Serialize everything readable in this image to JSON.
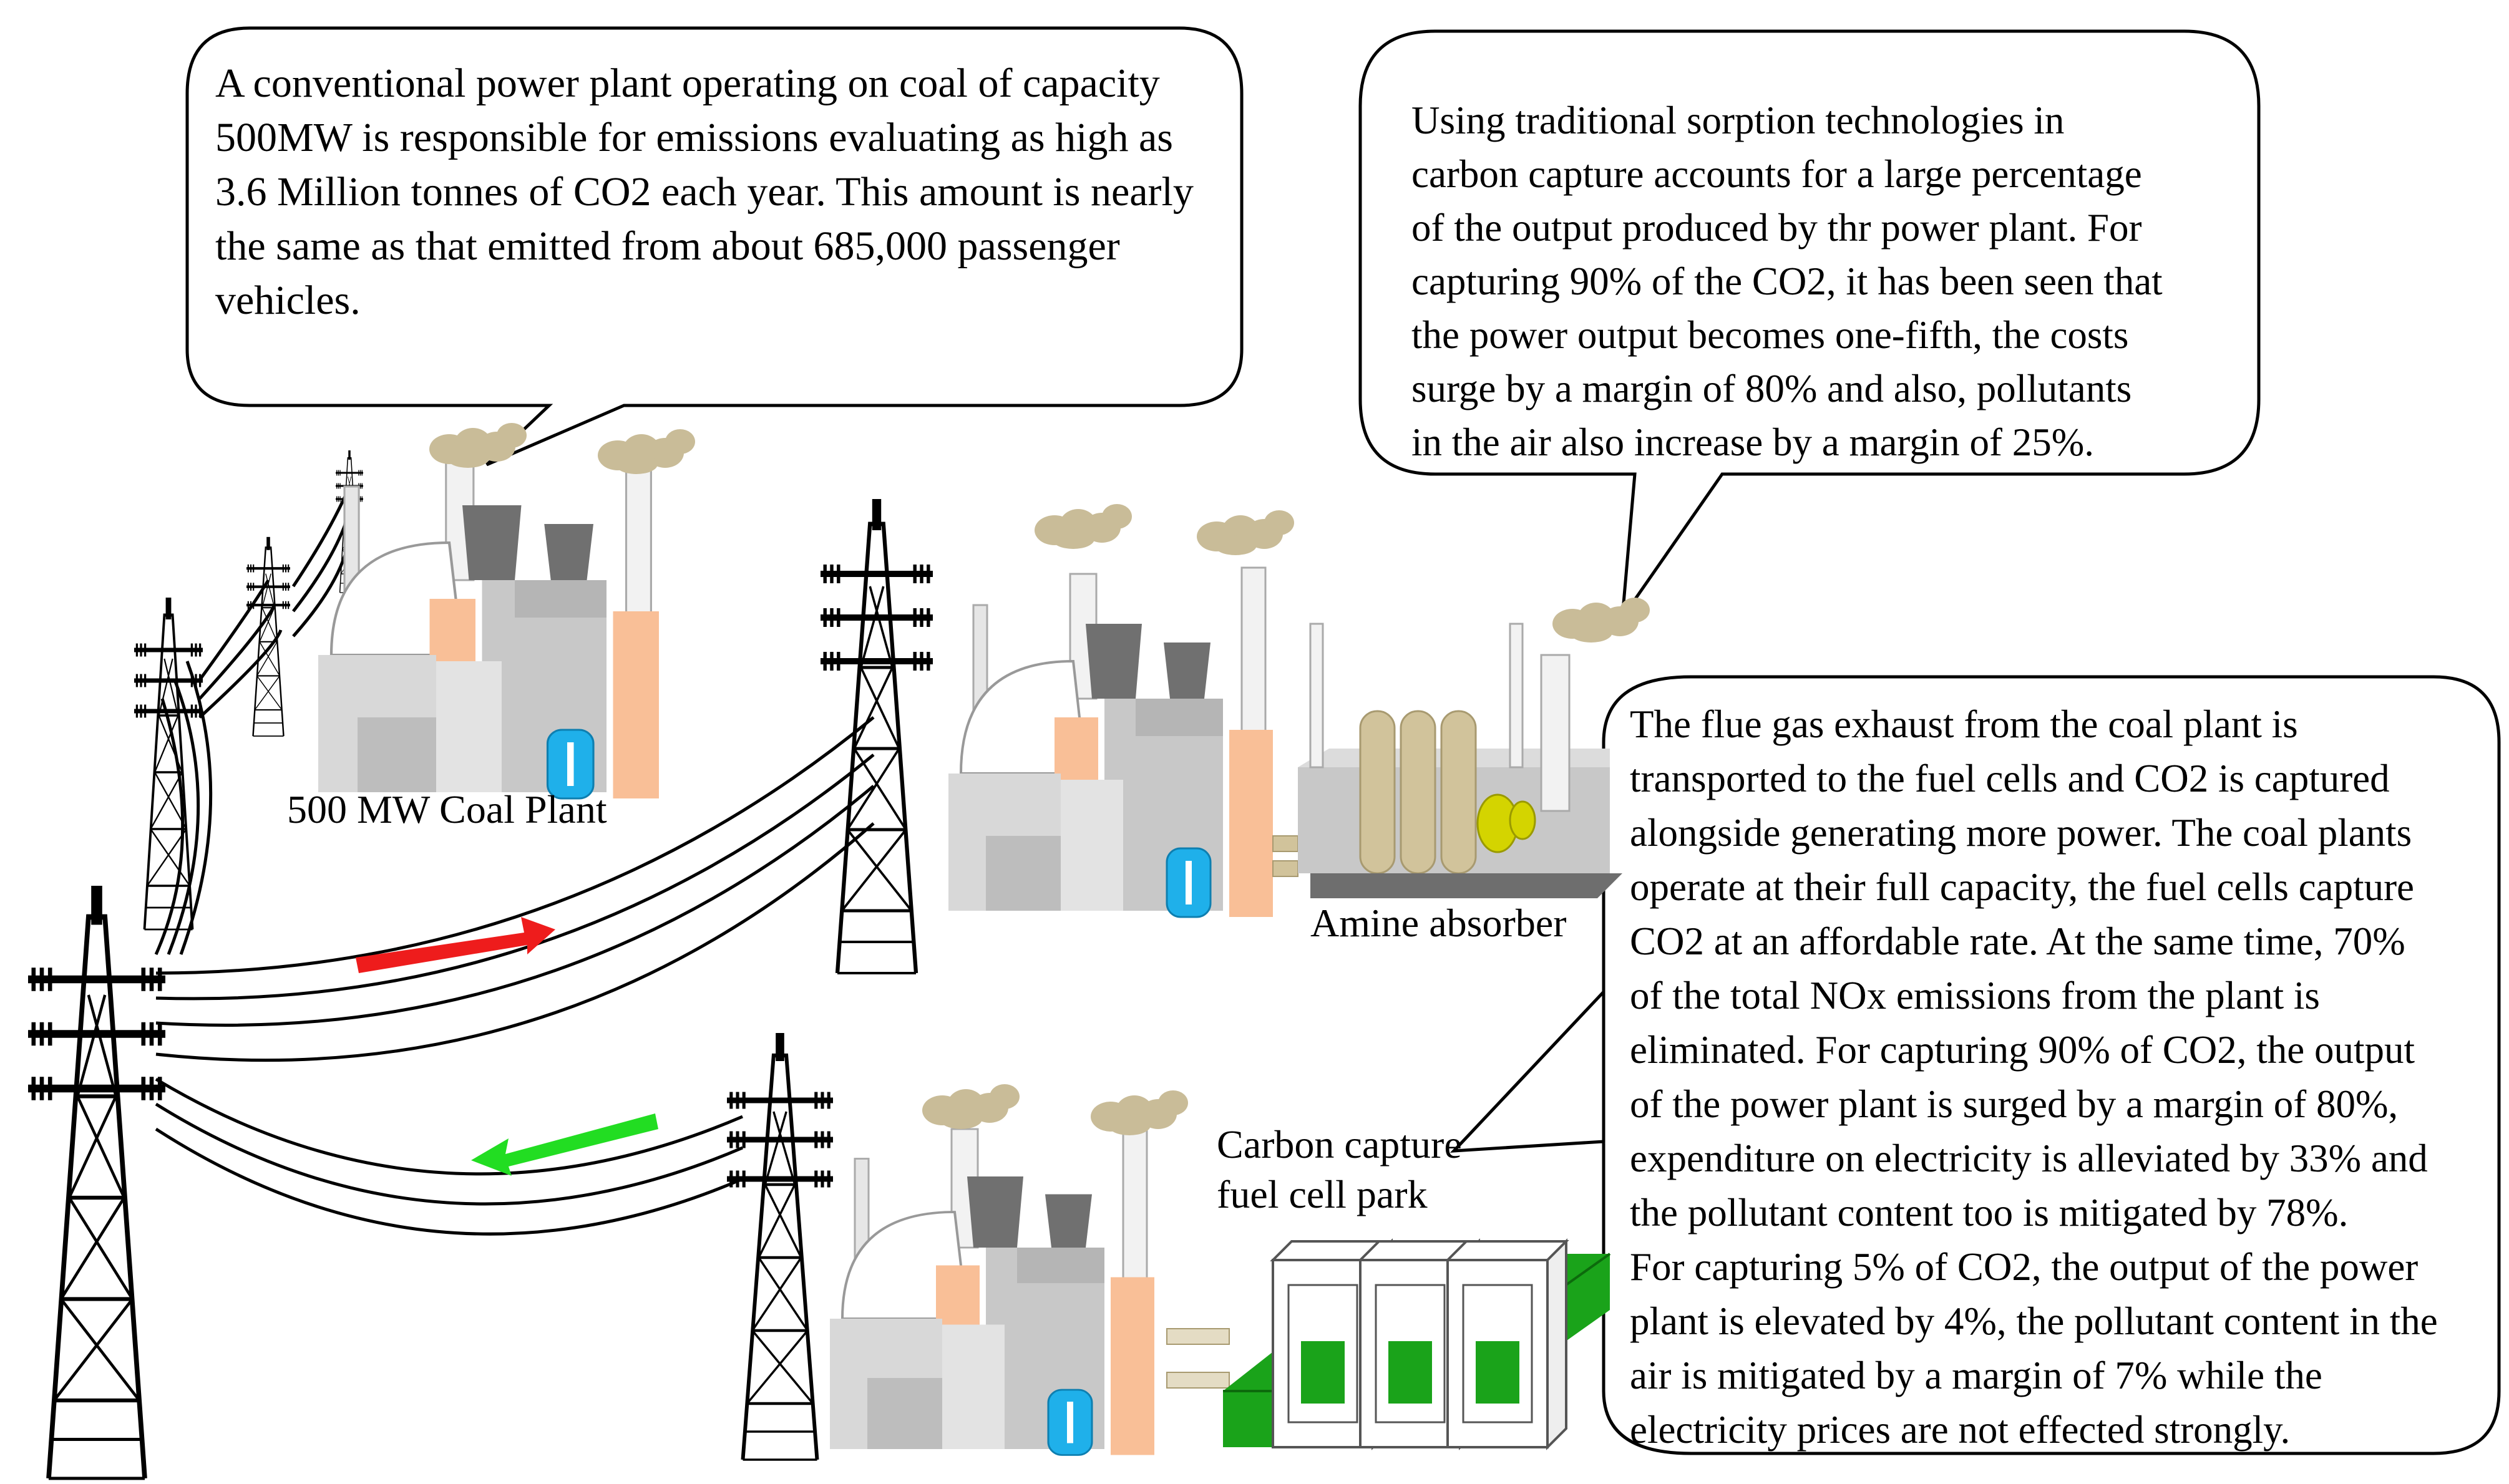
{
  "callouts": {
    "coal_emissions": "A conventional power plant operating on coal of capacity\n500MW is responsible for emissions evaluating as high as\n3.6 Million tonnes of CO2 each year. This amount is nearly\nthe same as that emitted from about 685,000 passenger\nvehicles.",
    "sorption": "Using traditional sorption technologies in\ncarbon capture accounts for a large percentage\nof the output produced by thr power plant. For\ncapturing 90% of the CO2, it has been seen that\nthe power output becomes one-fifth, the costs\nsurge by a margin of 80% and also, pollutants\nin the air also increase by a margin of 25%.",
    "fuel_cell": "The flue gas exhaust from the coal plant is\ntransported to the fuel cells and CO2 is captured\nalongside generating more power. The coal plants\noperate at their full capacity, the fuel cells capture\nCO2 at an affordable rate. At the same time, 70%\nof the total NOx emissions from the plant is\neliminated. For capturing 90% of CO2, the output\nof the power plant is surged by a margin of 80%,\nexpenditure on electricity is alleviated by 33% and\nthe pollutant content too is mitigated by 78%.\nFor capturing 5% of CO2, the output of the power\nplant is elevated by 4%, the pollutant content in the\nair is mitigated by a margin of 7% while the\nelectricity prices are not effected strongly."
  },
  "labels": {
    "coal_plant": "500 MW Coal Plant",
    "amine_absorber": "Amine absorber",
    "fuel_cell_park": "Carbon capture\nfuel cell park"
  },
  "colors": {
    "smoke": "#c9bc98",
    "building_gray": "#c8c8c8",
    "tower_dark": "#707070",
    "salmon": "#f9bf97",
    "blue_tank": "#1fb0ea",
    "arrow_red": "#ee1c1c",
    "arrow_green": "#22dd22",
    "fuel_cell_green": "#1aa31a",
    "absorber_tan": "#d1c39b",
    "absorber_yellow": "#d4d400"
  }
}
